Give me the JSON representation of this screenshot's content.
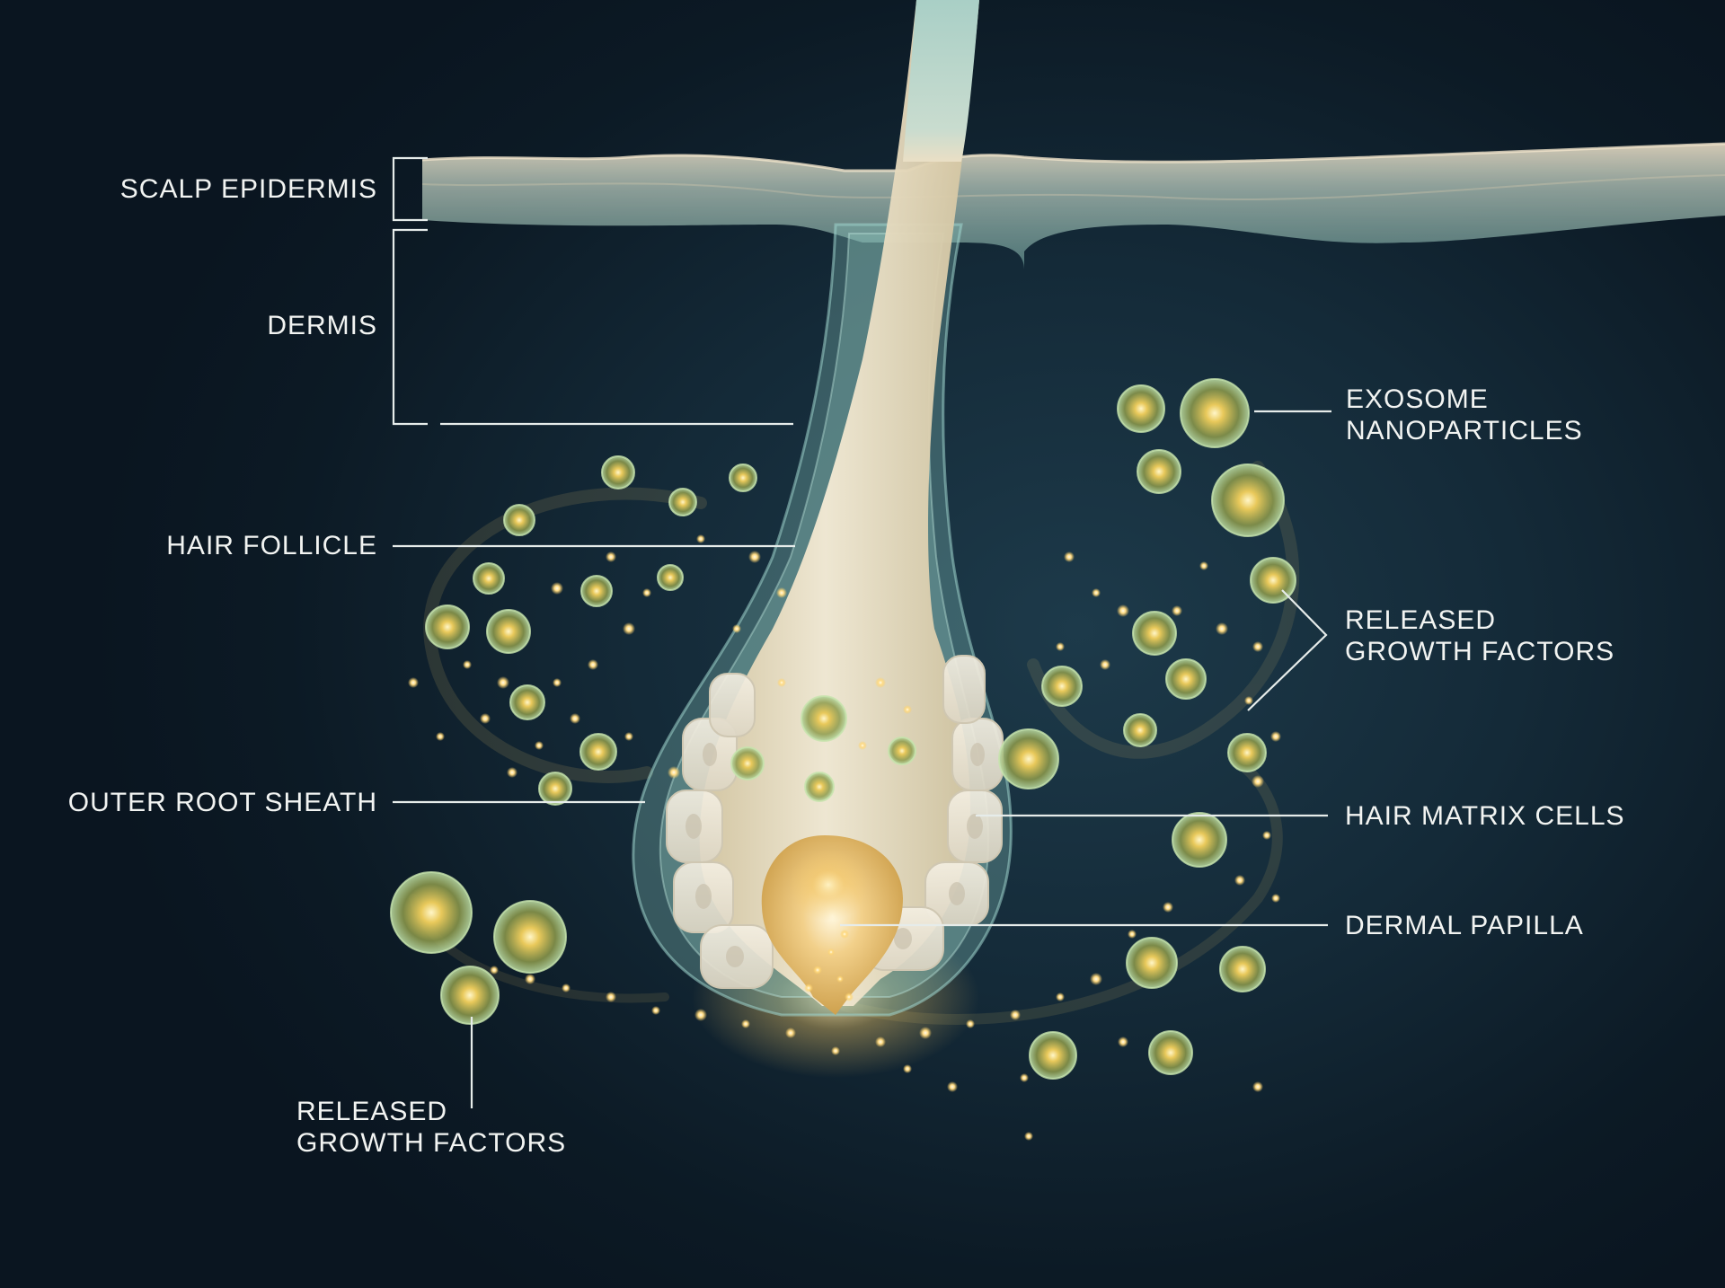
{
  "diagram": {
    "title": "Hair follicle anatomy with exosome nanoparticles",
    "colors": {
      "background": "#0c1a25",
      "label_text": "#f2f4f2",
      "leader_lines": "#e6ecea",
      "sheath_teal": "#8fc4bb",
      "hair_shaft": "#efe2c6",
      "dermal_papilla": "#e8be6a",
      "particle_gold": "#ffd97a",
      "exosome_green": "#b9d79a"
    },
    "labels": {
      "scalp_epidermis": "SCALP EPIDERMIS",
      "dermis": "DERMIS",
      "hair_follicle": "HAIR FOLLICLE",
      "outer_root_sheath": "OUTER ROOT SHEATH",
      "released_growth_factors_left_line1": "RELEASED",
      "released_growth_factors_left_line2": "GROWTH FACTORS",
      "exosome_line1": "EXOSOME",
      "exosome_line2": "NANOPARTICLES",
      "released_growth_factors_right_line1": "RELEASED",
      "released_growth_factors_right_line2": "GROWTH FACTORS",
      "hair_matrix_cells": "HAIR MATRIX CELLS",
      "dermal_papilla": "DERMAL PAPILLA"
    }
  }
}
